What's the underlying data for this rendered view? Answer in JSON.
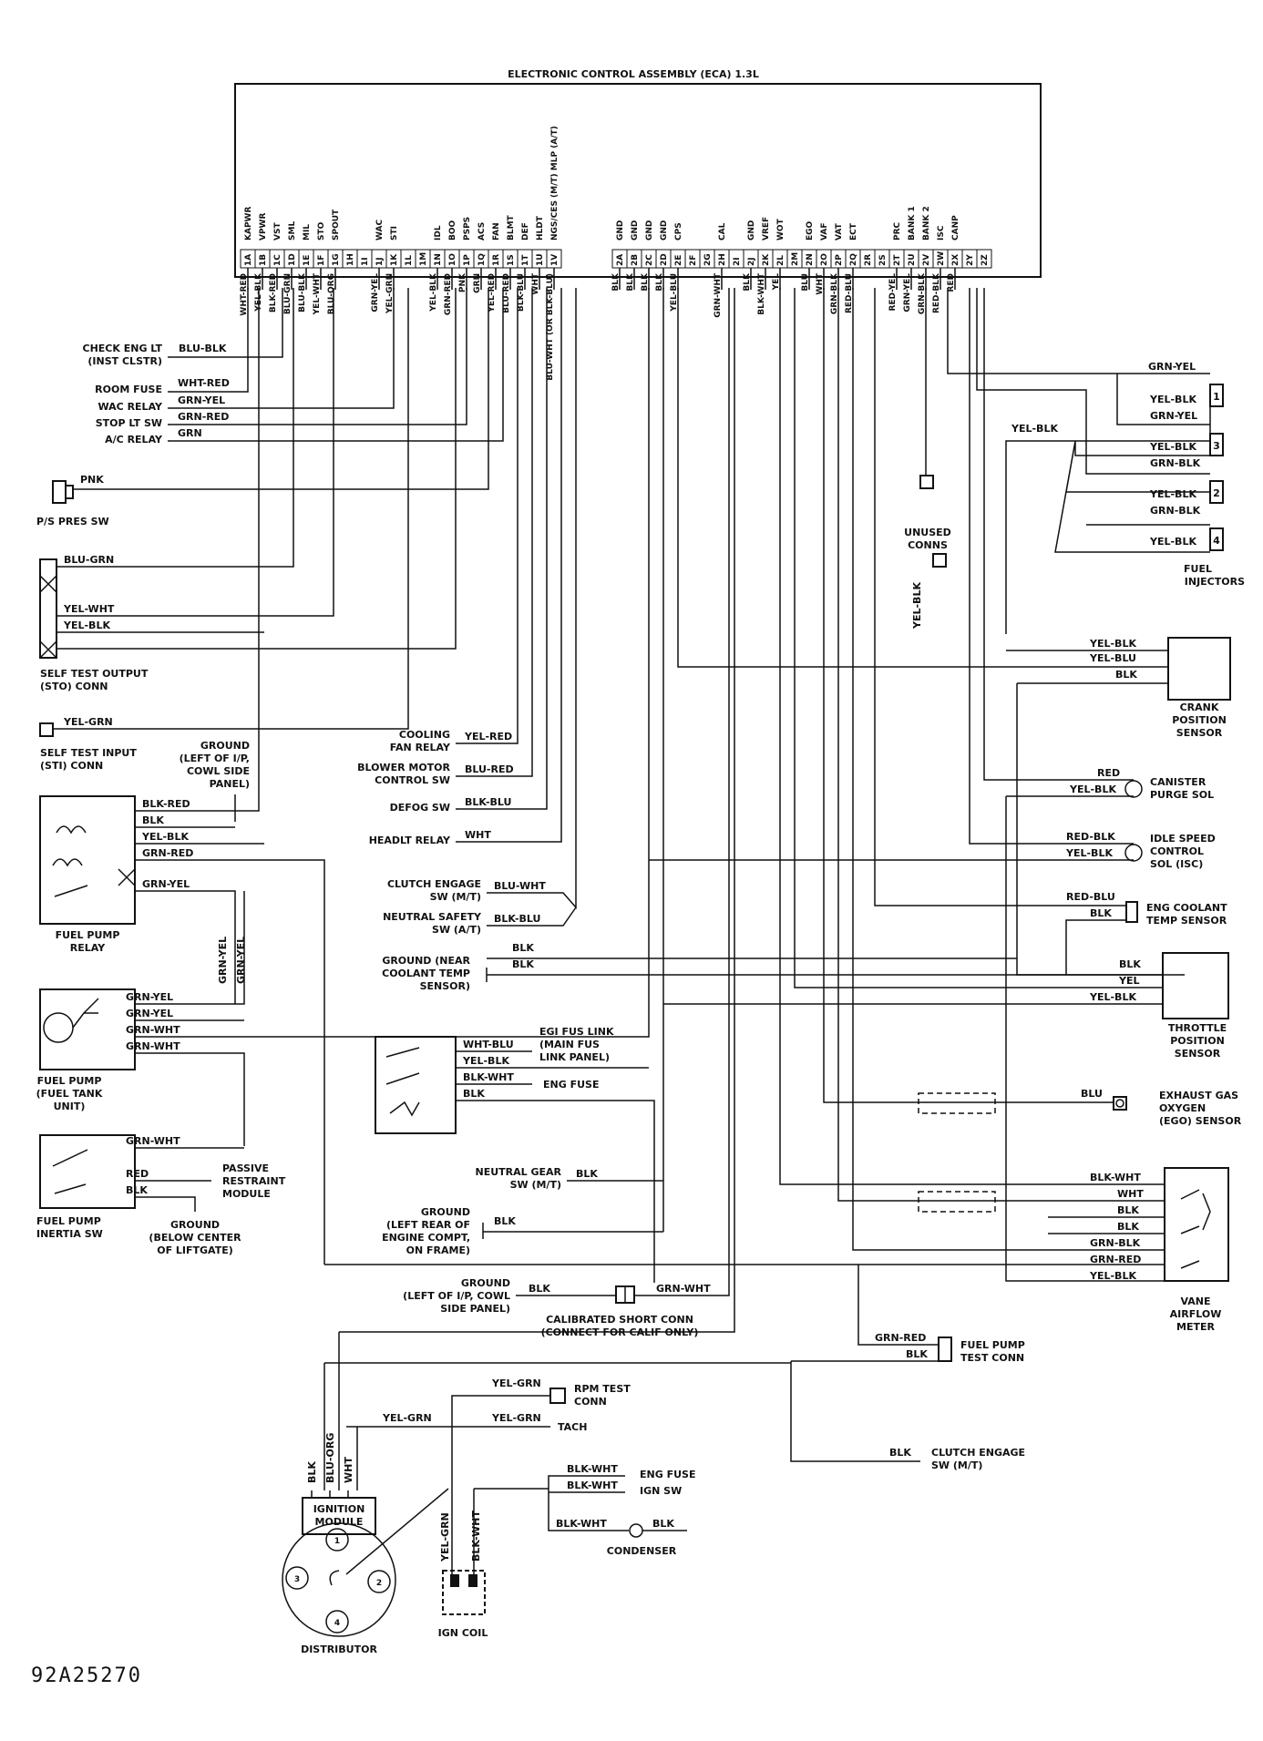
{
  "title": "ELECTRONIC CONTROL ASSEMBLY (ECA) 1.3L",
  "eca_pins_left": [
    {
      "num": "1A",
      "name": "KAPWR",
      "wire": "WHT-RED"
    },
    {
      "num": "1B",
      "name": "VPWR",
      "wire": "YEL-BLK"
    },
    {
      "num": "1C",
      "name": "VST",
      "wire": "BLK-RED"
    },
    {
      "num": "1D",
      "name": "SML",
      "wire": "BLU-GRN"
    },
    {
      "num": "1E",
      "name": "MIL",
      "wire": "BLU-BLK"
    },
    {
      "num": "1F",
      "name": "STO",
      "wire": "YEL-WHT"
    },
    {
      "num": "1G",
      "name": "SPOUT",
      "wire": "BLU-ORG"
    },
    {
      "num": "1H",
      "name": "",
      "wire": ""
    },
    {
      "num": "1I",
      "name": "",
      "wire": ""
    },
    {
      "num": "1J",
      "name": "WAC",
      "wire": "GRN-YEL"
    },
    {
      "num": "1K",
      "name": "STI",
      "wire": "YEL-GRN"
    },
    {
      "num": "1L",
      "name": "",
      "wire": ""
    },
    {
      "num": "1M",
      "name": "",
      "wire": ""
    },
    {
      "num": "1N",
      "name": "IDL",
      "wire": "YEL-BLK"
    },
    {
      "num": "1O",
      "name": "BOO",
      "wire": "GRN-RED"
    },
    {
      "num": "1P",
      "name": "PSPS",
      "wire": "PNK"
    },
    {
      "num": "1Q",
      "name": "ACS",
      "wire": "GRN"
    },
    {
      "num": "1R",
      "name": "FAN",
      "wire": "YEL-RED"
    },
    {
      "num": "1S",
      "name": "BLMT",
      "wire": "BLU-RED"
    },
    {
      "num": "1T",
      "name": "DEF",
      "wire": "BLK-BLU"
    },
    {
      "num": "1U",
      "name": "HLDT",
      "wire": "WHT"
    },
    {
      "num": "1V",
      "name": "NGS/CES (M/T) MLP (A/T)",
      "wire": "BLU-WHT (OR BLK-BLU)"
    }
  ],
  "eca_pins_right": [
    {
      "num": "2A",
      "name": "GND",
      "wire": "BLK"
    },
    {
      "num": "2B",
      "name": "GND",
      "wire": "BLK"
    },
    {
      "num": "2C",
      "name": "GND",
      "wire": "BLK"
    },
    {
      "num": "2D",
      "name": "GND",
      "wire": "BLK"
    },
    {
      "num": "2E",
      "name": "CPS",
      "wire": "YEL-BLU"
    },
    {
      "num": "2F",
      "name": "",
      "wire": ""
    },
    {
      "num": "2G",
      "name": "",
      "wire": ""
    },
    {
      "num": "2H",
      "name": "CAL",
      "wire": "GRN-WHT"
    },
    {
      "num": "2I",
      "name": "",
      "wire": ""
    },
    {
      "num": "2J",
      "name": "GND",
      "wire": "BLK"
    },
    {
      "num": "2K",
      "name": "VREF",
      "wire": "BLK-WHT"
    },
    {
      "num": "2L",
      "name": "WOT",
      "wire": "YEL"
    },
    {
      "num": "2M",
      "name": "",
      "wire": ""
    },
    {
      "num": "2N",
      "name": "EGO",
      "wire": "BLU"
    },
    {
      "num": "2O",
      "name": "VAF",
      "wire": "WHT"
    },
    {
      "num": "2P",
      "name": "VAT",
      "wire": "GRN-BLK"
    },
    {
      "num": "2Q",
      "name": "ECT",
      "wire": "RED-BLU"
    },
    {
      "num": "2R",
      "name": "",
      "wire": ""
    },
    {
      "num": "2S",
      "name": "",
      "wire": ""
    },
    {
      "num": "2T",
      "name": "PRC",
      "wire": "RED-YEL"
    },
    {
      "num": "2U",
      "name": "BANK 1",
      "wire": "GRN-YEL"
    },
    {
      "num": "2V",
      "name": "BANK 2",
      "wire": "GRN-BLK"
    },
    {
      "num": "2W",
      "name": "ISC",
      "wire": "RED-BLK"
    },
    {
      "num": "2X",
      "name": "CANP",
      "wire": "RED"
    },
    {
      "num": "2Y",
      "name": "",
      "wire": ""
    },
    {
      "num": "2Z",
      "name": "",
      "wire": ""
    }
  ],
  "left_components": {
    "check_eng_lt": [
      "CHECK ENG LT",
      "(INST CLSTR)"
    ],
    "check_eng_wire": "BLU-BLK",
    "room_fuse": "ROOM FUSE",
    "room_fuse_wire": "WHT-RED",
    "wac_relay": "WAC RELAY",
    "wac_relay_wire": "GRN-YEL",
    "stop_lt_sw": "STOP LT SW",
    "stop_lt_wire": "GRN-RED",
    "ac_relay": "A/C RELAY",
    "ac_relay_wire": "GRN",
    "ps_pres_sw": "P/S PRES SW",
    "ps_wire": "PNK",
    "sto_conn": [
      "SELF TEST OUTPUT",
      "(STO) CONN"
    ],
    "sto_wires": [
      "BLU-GRN",
      "YEL-WHT",
      "YEL-BLK"
    ],
    "sti_conn": [
      "SELF TEST INPUT",
      "(STI) CONN"
    ],
    "sti_wire": "YEL-GRN",
    "ground_ip": [
      "GROUND",
      "(LEFT OF I/P,",
      "COWL SIDE",
      "PANEL)"
    ],
    "fuel_pump_relay": [
      "FUEL PUMP",
      "RELAY"
    ],
    "fpr_wires": [
      "BLK-RED",
      "BLK",
      "YEL-BLK",
      "GRN-RED",
      "GRN-YEL"
    ],
    "grn_yel_vertical": [
      "GRN-YEL",
      "GRN-YEL"
    ],
    "fuel_pump": [
      "FUEL PUMP",
      "(FUEL TANK",
      "UNIT)"
    ],
    "fp_wires": [
      "GRN-YEL",
      "GRN-YEL",
      "GRN-WHT",
      "GRN-WHT"
    ],
    "inertia_sw": [
      "FUEL PUMP",
      "INERTIA SW"
    ],
    "inertia_wires": [
      "GRN-WHT",
      "RED",
      "BLK"
    ],
    "passive_restraint": [
      "PASSIVE",
      "RESTRAINT",
      "MODULE"
    ],
    "ground_liftgate": [
      "GROUND",
      "(BELOW CENTER",
      "OF LIFTGATE)"
    ]
  },
  "middle_components": {
    "cooling_fan": [
      "COOLING",
      "FAN RELAY"
    ],
    "cooling_fan_wire": "YEL-RED",
    "blower_motor": [
      "BLOWER MOTOR",
      "CONTROL SW"
    ],
    "blower_wire": "BLU-RED",
    "defog_sw": "DEFOG SW",
    "defog_wire": "BLK-BLU",
    "headlt_relay": "HEADLT RELAY",
    "headlt_wire": "WHT",
    "clutch_engage": [
      "CLUTCH ENGAGE",
      "SW (M/T)"
    ],
    "clutch_wire": "BLU-WHT",
    "neutral_safety": [
      "NEUTRAL SAFETY",
      "SW (A/T)"
    ],
    "neutral_safety_wire": "BLK-BLU",
    "ground_coolant": [
      "GROUND (NEAR",
      "COOLANT TEMP",
      "SENSOR)"
    ],
    "ground_coolant_wires": [
      "BLK",
      "BLK"
    ],
    "egi_fus": [
      "EGI FUS LINK",
      "(MAIN FUS",
      "LINK PANEL)"
    ],
    "egi_wires": [
      "WHT-BLU",
      "YEL-BLK",
      "BLK-WHT",
      "BLK"
    ],
    "eng_fuse": "ENG FUSE",
    "neutral_gear": [
      "NEUTRAL GEAR",
      "SW (M/T)"
    ],
    "neutral_gear_wire": "BLK",
    "ground_engine": [
      "GROUND",
      "(LEFT REAR OF",
      "ENGINE COMPT,",
      "ON FRAME)"
    ],
    "ground_engine_wire": "BLK",
    "ground_ip2": [
      "GROUND",
      "(LEFT OF I/P, COWL",
      "SIDE PANEL)"
    ],
    "ground_ip2_wire": "BLK",
    "cal_short_wire": "GRN-WHT",
    "cal_short": [
      "CALIBRATED SHORT CONN",
      "(CONNECT FOR CALIF ONLY)"
    ]
  },
  "right_components": {
    "injector_wires": [
      "GRN-YEL",
      "YEL-BLK",
      "GRN-YEL",
      "YEL-BLK",
      "GRN-BLK",
      "YEL-BLK",
      "GRN-BLK",
      "YEL-BLK"
    ],
    "injector_yelblk": "YEL-BLK",
    "injector_nums": [
      "1",
      "3",
      "2",
      "4"
    ],
    "fuel_injectors": [
      "FUEL",
      "INJECTORS"
    ],
    "unused_conns": [
      "UNUSED",
      "CONNS"
    ],
    "unused_wire": "YEL-BLK",
    "crank_wires": [
      "YEL-BLK",
      "YEL-BLU",
      "BLK"
    ],
    "crank_sensor": [
      "CRANK",
      "POSITION",
      "SENSOR"
    ],
    "canister_wires": [
      "RED",
      "YEL-BLK"
    ],
    "canister": [
      "CANISTER",
      "PURGE SOL"
    ],
    "idle_wires": [
      "RED-BLK",
      "YEL-BLK"
    ],
    "idle_speed": [
      "IDLE SPEED",
      "CONTROL",
      "SOL (ISC)"
    ],
    "coolant_wires": [
      "RED-BLU",
      "BLK"
    ],
    "coolant_sensor": [
      "ENG COOLANT",
      "TEMP SENSOR"
    ],
    "tps_wires": [
      "BLK",
      "YEL",
      "YEL-BLK"
    ],
    "tps": [
      "THROTTLE",
      "POSITION",
      "SENSOR"
    ],
    "ego_wire": "BLU",
    "ego": [
      "EXHAUST GAS",
      "OXYGEN",
      "(EGO) SENSOR"
    ],
    "vane_wires": [
      "BLK-WHT",
      "WHT",
      "BLK",
      "BLK",
      "GRN-BLK",
      "GRN-RED",
      "YEL-BLK"
    ],
    "vane": [
      "VANE",
      "AIRFLOW",
      "METER"
    ],
    "fp_test_wires": [
      "GRN-RED",
      "BLK"
    ],
    "fp_test": [
      "FUEL PUMP",
      "TEST CONN"
    ]
  },
  "bottom_components": {
    "rpm_wire": "YEL-GRN",
    "rpm_test": [
      "RPM TEST",
      "CONN"
    ],
    "tach_wires": [
      "YEL-GRN",
      "YEL-GRN"
    ],
    "tach": "TACH",
    "clutch_wire2": "BLK",
    "clutch_engage2": [
      "CLUTCH ENGAGE",
      "SW (M/T)"
    ],
    "ign_module_wires": [
      "BLK",
      "BLU-ORG",
      "WHT"
    ],
    "ign_module": [
      "IGNITION",
      "MODULE"
    ],
    "distributor": "DISTRIBUTOR",
    "dist_nums": [
      "1",
      "2",
      "3",
      "4"
    ],
    "coil_wires": [
      "YEL-GRN",
      "BLK-WHT"
    ],
    "ign_coil": "IGN COIL",
    "eng_fuse2_wire": "BLK-WHT",
    "eng_fuse2": "ENG FUSE",
    "ign_sw_wire": "BLK-WHT",
    "ign_sw": "IGN SW",
    "condenser_wires": [
      "BLK-WHT",
      "BLK"
    ],
    "condenser": "CONDENSER"
  },
  "footer_code": "92A25270"
}
